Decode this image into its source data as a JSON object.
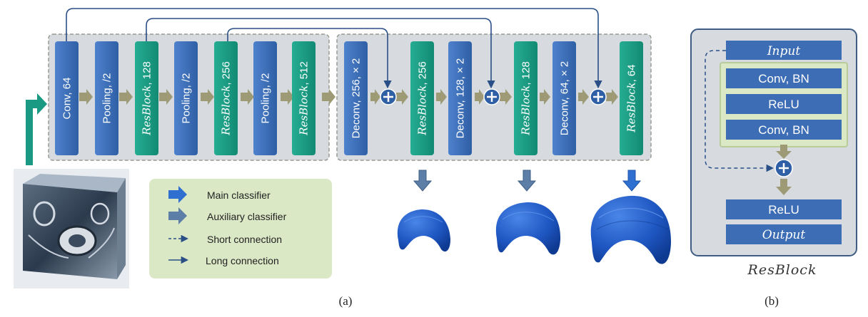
{
  "encoder_blocks": [
    {
      "label": "Conv, 64",
      "italic": false,
      "kind": "conv"
    },
    {
      "label": "Pooling, /2",
      "italic": false,
      "kind": "conv"
    },
    {
      "label": "ResBlock, 128",
      "italic": true,
      "kind": "res"
    },
    {
      "label": "Pooling, /2",
      "italic": false,
      "kind": "conv"
    },
    {
      "label": "ResBlock, 256",
      "italic": true,
      "kind": "res"
    },
    {
      "label": "Pooling, /2",
      "italic": false,
      "kind": "conv"
    },
    {
      "label": "ResBlock, 512",
      "italic": true,
      "kind": "res"
    }
  ],
  "decoder_blocks": [
    {
      "label": "Deconv, 256, × 2",
      "italic": false,
      "kind": "conv"
    },
    {
      "label": "ResBlock, 256",
      "italic": true,
      "kind": "res"
    },
    {
      "label": "Deconv, 128, × 2",
      "italic": false,
      "kind": "conv"
    },
    {
      "label": "ResBlock, 128",
      "italic": true,
      "kind": "res"
    },
    {
      "label": "Deconv, 64, × 2",
      "italic": false,
      "kind": "conv"
    },
    {
      "label": "ResBlock, 64",
      "italic": true,
      "kind": "res"
    }
  ],
  "legend": {
    "main": "Main classifier",
    "aux": "Auxiliary classifier",
    "short": "Short connection",
    "long": "Long connection"
  },
  "resblock": {
    "input": "Input",
    "conv1": "Conv, BN",
    "relu1": "ReLU",
    "conv2": "Conv, BN",
    "relu2": "ReLU",
    "output": "Output",
    "title": "ResBlock"
  },
  "captions": {
    "a": "(a)",
    "b": "(b)"
  },
  "colors": {
    "conv_block": "#3d6db5",
    "res_block": "#1a9a82",
    "panel_bg": "#d7dbe0",
    "arrow_flow": "#9e9a76",
    "long_connection": "#2a4f86",
    "legend_bg": "#dbe8c6",
    "mesh": "#1f57c2",
    "resblock_inner": "#dbe8c6"
  }
}
